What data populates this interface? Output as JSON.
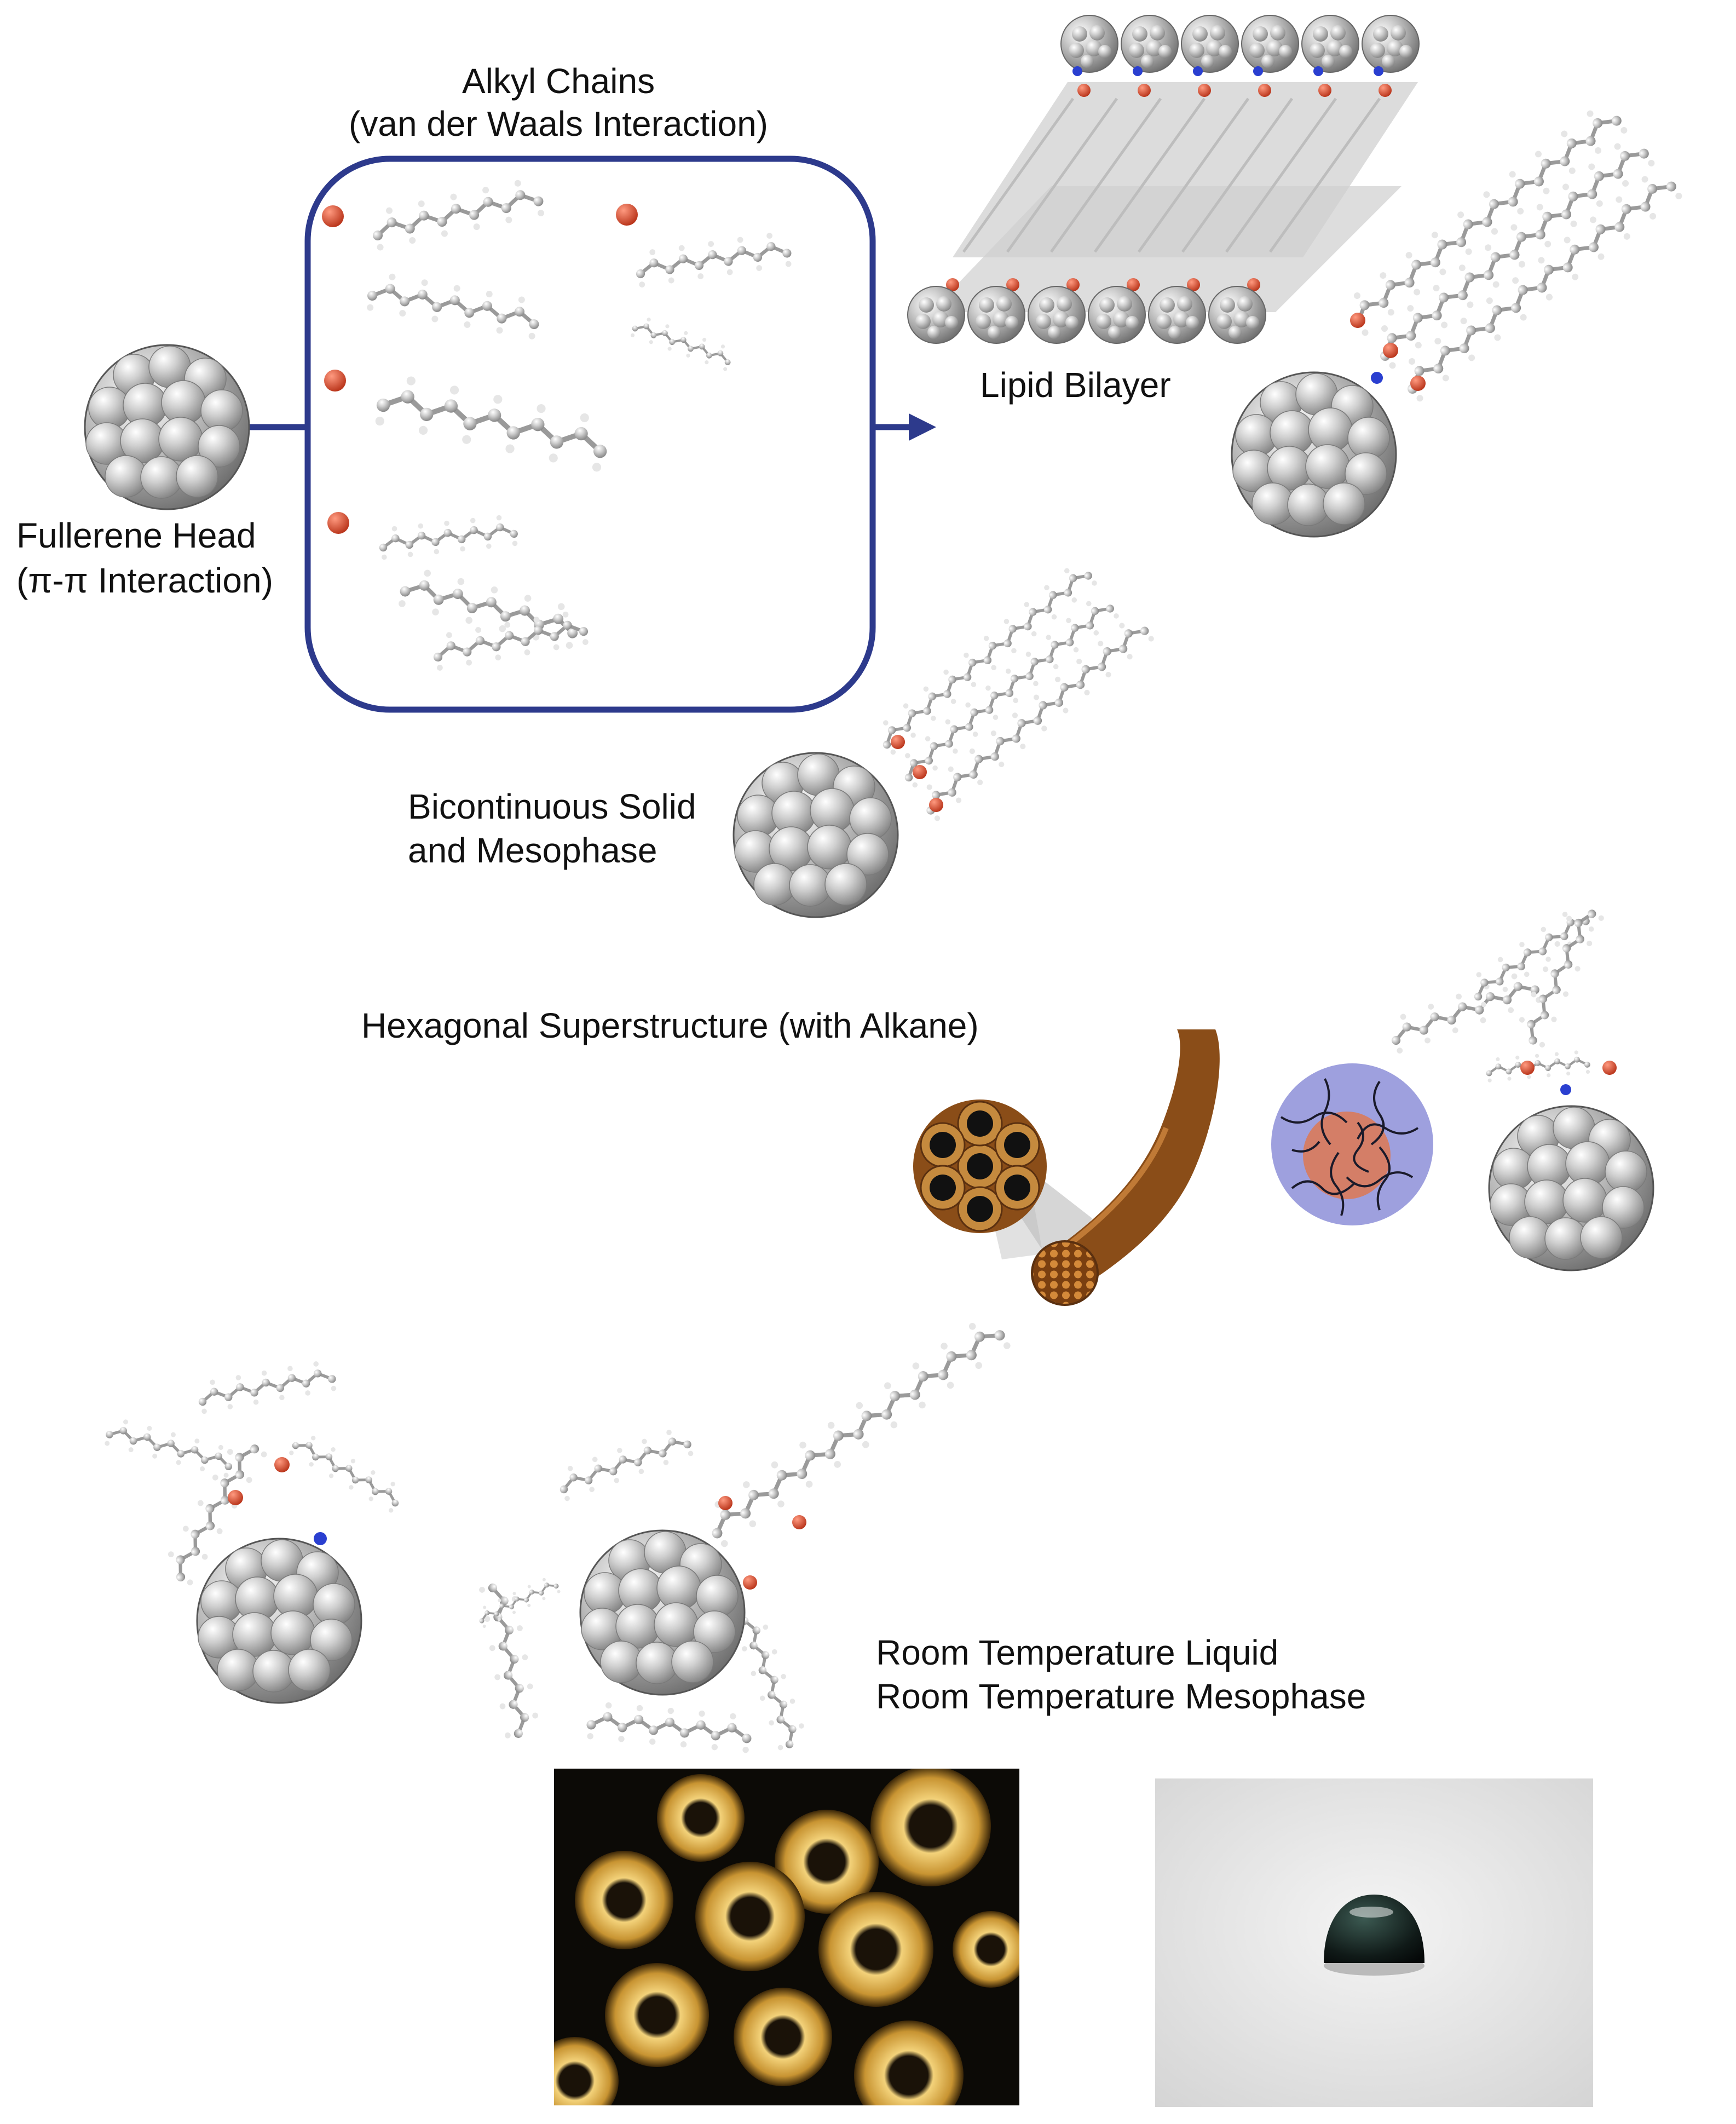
{
  "labels": {
    "alkyl_title": "Alkyl Chains",
    "alkyl_subtitle": "(van der Waals Interaction)",
    "fullerene_head": "Fullerene Head",
    "pi_interaction": "(π-π Interaction)",
    "lipid_bilayer": "Lipid Bilayer",
    "bicontinuous_1": "Bicontinuous Solid",
    "bicontinuous_2": "and Mesophase",
    "hexagonal": "Hexagonal Superstructure (with Alkane)",
    "rt_liquid": "Room Temperature Liquid",
    "rt_mesophase": "Room Temperature Mesophase"
  },
  "colors": {
    "frame_blue": "#2d3a8c",
    "carbon": "#b9b9b9",
    "oxygen": "#d23a1e",
    "nitrogen": "#2a3fd0",
    "fiber_brown": "#8a4d18",
    "micelle_shell": "#9ea0de",
    "micelle_core": "#d97a5a"
  },
  "icons": [
    "fullerene-sphere",
    "alkyl-chain",
    "lipid-bilayer",
    "hexagonal-fiber",
    "micelle",
    "liquid-droplet",
    "polarized-micrograph"
  ]
}
